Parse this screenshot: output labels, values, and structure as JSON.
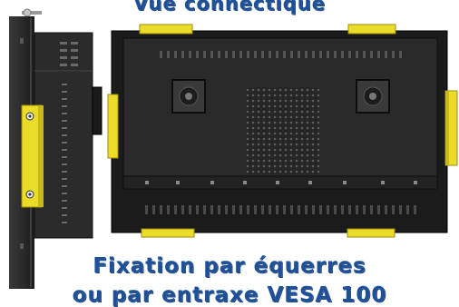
{
  "caption": {
    "title": "Vue connectique",
    "line1": "Fixation par équerres",
    "line2": "ou par entraxe VESA 100"
  },
  "colors": {
    "panel": "#2a2a2a",
    "panel_dark": "#151515",
    "bracket": "#ecdc2a",
    "bracket_edge": "#9c8e10",
    "text": "#1f4f96"
  },
  "icons": [
    "screw-icon",
    "vesa-mount-icon",
    "vent-grille-icon"
  ]
}
